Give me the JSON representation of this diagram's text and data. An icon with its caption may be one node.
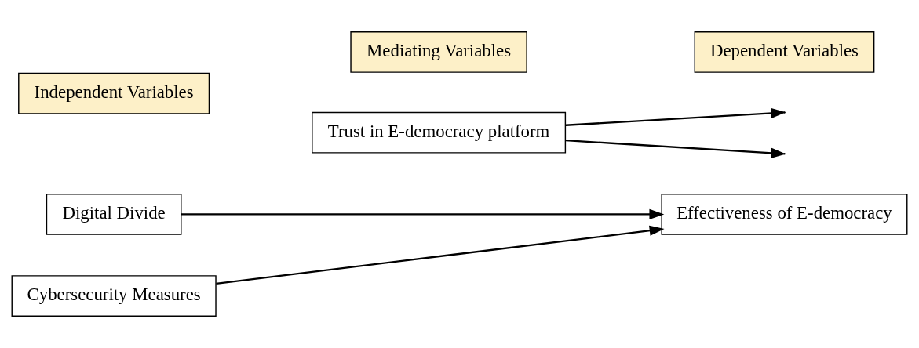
{
  "diagram": {
    "nodes": [
      {
        "text": [
          "Independent Variables"
        ]
      },
      {
        "text": [
          "Mediating Variables"
        ]
      },
      {
        "text": [
          "Dependent Variables"
        ]
      },
      {
        "text": [
          "Trust in E-democracy platform"
        ]
      },
      {
        "text": [
          "Digital Divide"
        ]
      },
      {
        "text": [
          "Cybersecurity Measures"
        ]
      },
      {
        "text": [
          "Effectiveness of E-democracy"
        ]
      }
    ],
    "edges": [
      {
        "from": 4,
        "to": 6,
        "arrow": "to"
      },
      {
        "from": 5,
        "to": 6,
        "arrow": "to"
      },
      {
        "from": 3,
        "to": null,
        "arrow": "to"
      },
      {
        "from": 3,
        "to": null,
        "arrow": "to"
      }
    ]
  }
}
